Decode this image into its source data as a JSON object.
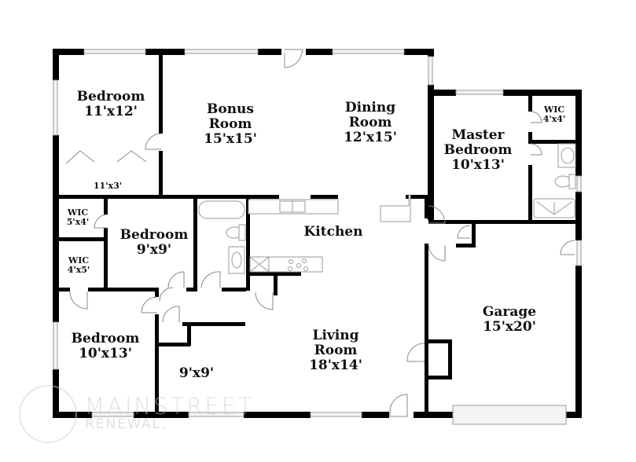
{
  "floorplan": {
    "rooms": [
      {
        "id": "bedroom-1",
        "name": "Bedroom",
        "size": "11'x12'"
      },
      {
        "id": "closet-1",
        "name": "",
        "size": "11'x3'"
      },
      {
        "id": "bonus-room",
        "name": "Bonus Room",
        "line1": "Bonus",
        "line2": "Room",
        "size": "15'x15'"
      },
      {
        "id": "dining-room",
        "name": "Dining Room",
        "line1": "Dining",
        "line2": "Room",
        "size": "12'x15'"
      },
      {
        "id": "master-bedroom",
        "name": "Master Bedroom",
        "line1": "Master",
        "line2": "Bedroom",
        "size": "10'x13'"
      },
      {
        "id": "master-wic",
        "name": "WIC",
        "size": "4'x4'"
      },
      {
        "id": "wic-2",
        "name": "WIC",
        "size": "5'x4'"
      },
      {
        "id": "wic-3",
        "name": "WIC",
        "size": "4'x5'"
      },
      {
        "id": "bedroom-2",
        "name": "Bedroom",
        "size": "9'x9'"
      },
      {
        "id": "kitchen",
        "name": "Kitchen",
        "size": ""
      },
      {
        "id": "bedroom-3",
        "name": "Bedroom",
        "size": "10'x13'"
      },
      {
        "id": "room-9x9",
        "name": "",
        "size": "9'x9'"
      },
      {
        "id": "living-room",
        "name": "Living Room",
        "line1": "Living",
        "line2": "Room",
        "size": "18'x14'"
      },
      {
        "id": "garage",
        "name": "Garage",
        "size": "15'x20'"
      }
    ]
  },
  "watermark": {
    "line1": "MAINSTREET",
    "line2": "RENEWAL."
  },
  "colors": {
    "wall": "#000000",
    "window": "#9a9a9a",
    "background": "#ffffff"
  }
}
